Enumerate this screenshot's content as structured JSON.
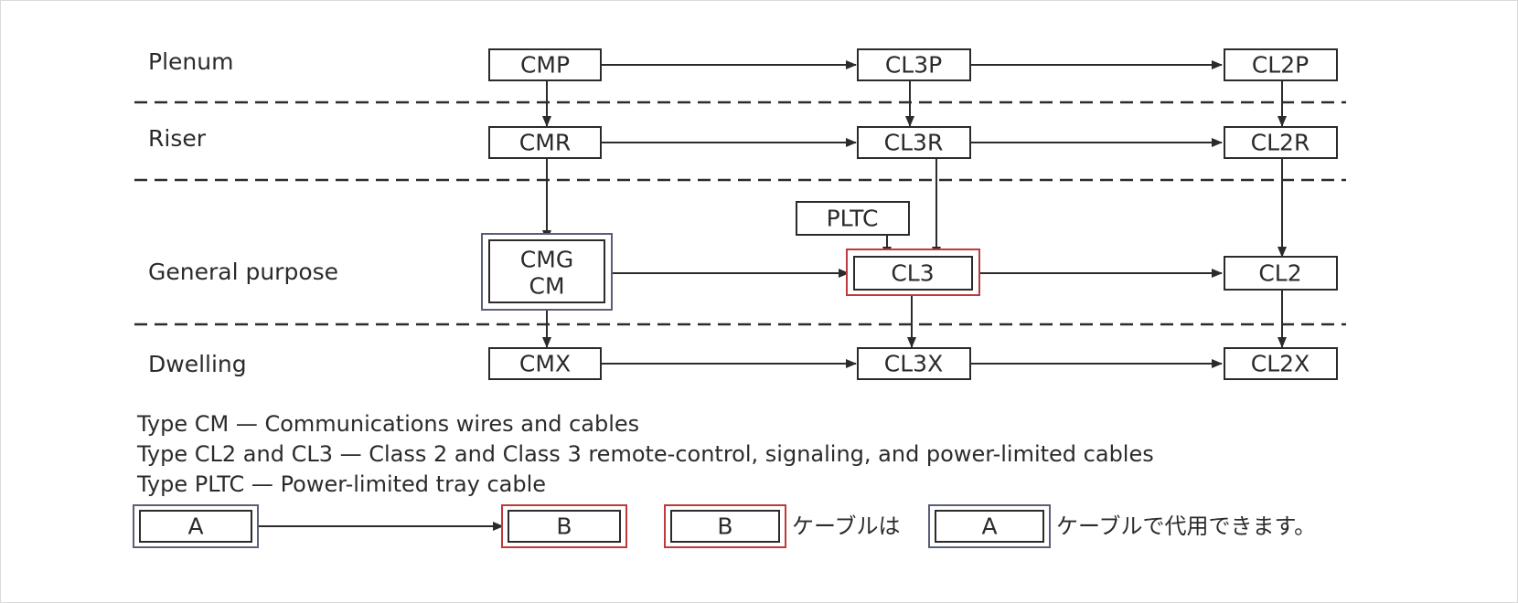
{
  "rows": {
    "plenum": "Plenum",
    "riser": "Riser",
    "general": "General purpose",
    "dwelling": "Dwelling"
  },
  "boxes": {
    "cmp": "CMP",
    "cl3p": "CL3P",
    "cl2p": "CL2P",
    "cmr": "CMR",
    "cl3r": "CL3R",
    "cl2r": "CL2R",
    "pltc": "PLTC",
    "cmg": "CMG",
    "cm": "CM",
    "cl3": "CL3",
    "cl2": "CL2",
    "cmx": "CMX",
    "cl3x": "CL3X",
    "cl2x": "CL2X"
  },
  "legend": {
    "line1": "Type CM — Communications wires and cables",
    "line2": "Type CL2 and CL3 — Class 2 and Class 3 remote-control, signaling, and power-limited cables",
    "line3": "Type PLTC — Power-limited tray cable",
    "box_a": "A",
    "box_b": "B",
    "box_b2": "B",
    "jp_mid": "ケーブルは",
    "box_a2": "A",
    "jp_end": "ケーブルで代用できます。"
  },
  "colors": {
    "line": "#2b2b2b",
    "double_border_blue": "#5a5f78",
    "double_border_red": "#c0393b"
  }
}
